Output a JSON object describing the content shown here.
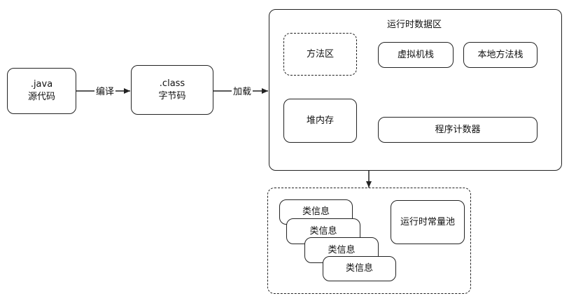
{
  "source_node": {
    "line1": ".java",
    "line2": "源代码"
  },
  "bytecode_node": {
    "line1": ".class",
    "line2": "字节码"
  },
  "edges": {
    "compile": "编译",
    "load": "加载"
  },
  "runtime_area": {
    "title": "运行时数据区",
    "method_area": "方法区",
    "vm_stack": "虚拟机栈",
    "native_method_stack": "本地方法栈",
    "heap": "堆内存",
    "program_counter": "程序计数器"
  },
  "method_area_detail": {
    "class_info": [
      "类信息",
      "类信息",
      "类信息",
      "类信息"
    ],
    "runtime_constant_pool": "运行时常量池"
  }
}
